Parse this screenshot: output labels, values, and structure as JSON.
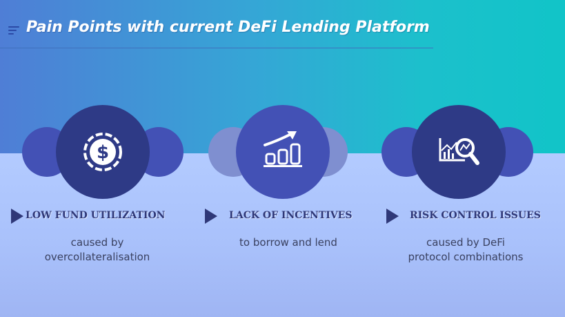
{
  "title": "Pain Points with current DeFi Lending Platform",
  "points": [
    {
      "label": "LOW FUND UTILIZATION",
      "caption": [
        "caused by",
        "overcollateralisation"
      ],
      "icon": "dollar-coin-icon"
    },
    {
      "label": "LACK OF INCENTIVES",
      "caption": [
        "to borrow and lend"
      ],
      "icon": "growth-chart-icon"
    },
    {
      "label": "RISK CONTROL ISSUES",
      "caption": [
        "caused by DeFi",
        "protocol combinations"
      ],
      "icon": "chart-magnifier-icon"
    }
  ],
  "colors": {
    "header_gradient": [
      "#4f7ed6",
      "#11c4c8"
    ],
    "lower_background": "#b3cbff",
    "circle_dark": "#2e3a86",
    "circle_mid": "#4351b5",
    "label_text": "#2f3878"
  }
}
